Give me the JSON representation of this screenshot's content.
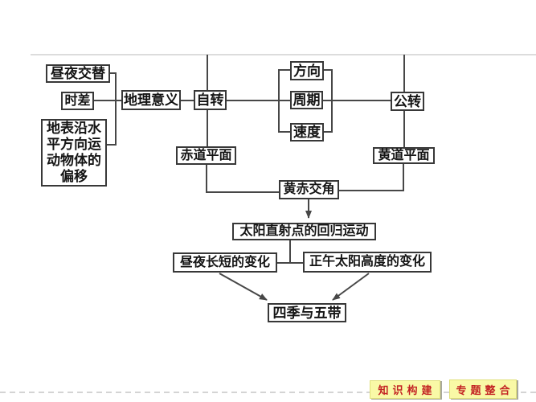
{
  "diagram": {
    "nodes": {
      "day_night": {
        "label": "昼夜交替"
      },
      "time_diff": {
        "label": "时差"
      },
      "deflection": {
        "label": "地表沿水平方向运动物体的偏移",
        "lines": [
          "地表沿水",
          "平方向运",
          "动物体的",
          "偏移"
        ]
      },
      "geo_significance": {
        "label": "地理意义"
      },
      "rotation": {
        "label": "自转"
      },
      "direction": {
        "label": "方向"
      },
      "period": {
        "label": "周期"
      },
      "speed": {
        "label": "速度"
      },
      "revolution": {
        "label": "公转"
      },
      "equatorial_plane": {
        "label": "赤道平面"
      },
      "ecliptic_plane": {
        "label": "黄道平面"
      },
      "obliquity": {
        "label": "黄赤交角"
      },
      "subsolar_movement": {
        "label": "太阳直射点的回归运动"
      },
      "day_length_change": {
        "label": "昼夜长短的变化"
      },
      "noon_altitude_change": {
        "label": "正午太阳高度的变化"
      },
      "seasons_zones": {
        "label": "四季与五带"
      }
    },
    "colors": {
      "line": "#474747",
      "box_border": "#383838",
      "box_text": "#141414",
      "top_rule": "#dcdcdc",
      "dashed_rule": "#d4d4d4"
    }
  },
  "footer": {
    "tabs": [
      {
        "label": "知识构建"
      },
      {
        "label": "专题整合"
      }
    ],
    "colors": {
      "tab_bg": "#f9f9a6",
      "tab_border": "#e0e07a",
      "tab_text": "#c32323",
      "tab_shadow": "#a8a89a"
    }
  }
}
